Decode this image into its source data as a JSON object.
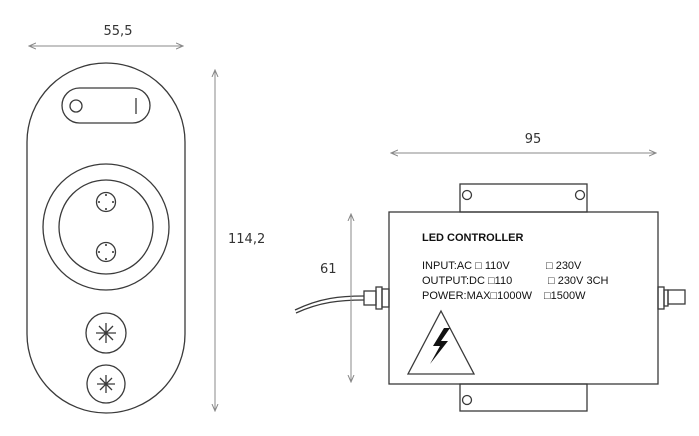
{
  "dimensions": {
    "remote_width": "55,5",
    "remote_height": "114,2",
    "controller_width": "95",
    "controller_height": "61"
  },
  "controller": {
    "title": "LED CONTROLLER",
    "rows": [
      {
        "left": "INPUT:AC □ 110V",
        "right": "□  230V"
      },
      {
        "left": "OUTPUT:DC □110",
        "right": "□ 230V 3CH"
      },
      {
        "left": "POWER:MAX□1000W",
        "right": "□1500W"
      }
    ]
  }
}
